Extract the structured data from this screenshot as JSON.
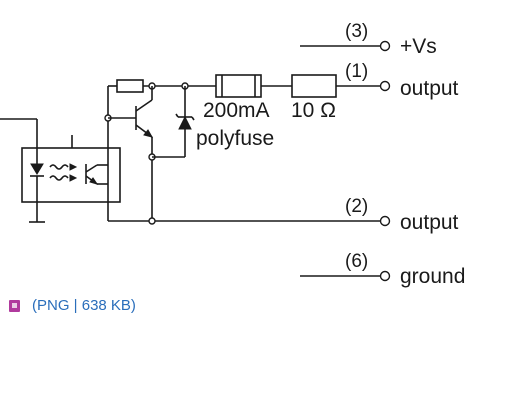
{
  "diagram": {
    "terminals": [
      {
        "pin": "(3)",
        "label": "+Vs"
      },
      {
        "pin": "(1)",
        "label": "output"
      },
      {
        "pin": "(2)",
        "label": "output"
      },
      {
        "pin": "(6)",
        "label": "ground"
      }
    ],
    "components": {
      "fuse_rating": "200mA",
      "resistor_value": "10 Ω",
      "polyfuse_label": "polyfuse"
    }
  },
  "attachment": {
    "text": "(PNG | 638 KB)",
    "icon": "image-file-icon",
    "icon_color": "#b03a9d",
    "link_color": "#2a6ebb"
  }
}
